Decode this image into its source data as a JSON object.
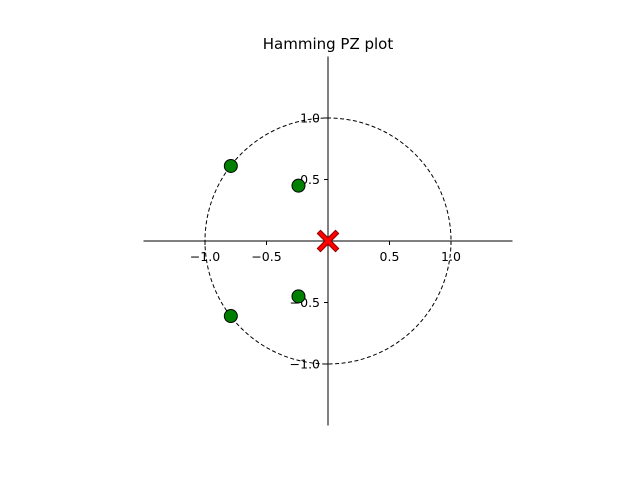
{
  "chart_data": {
    "type": "scatter",
    "title": "Hamming PZ plot",
    "xlabel": "",
    "ylabel": "",
    "xlim": [
      -1.5,
      1.5
    ],
    "ylim": [
      -1.5,
      1.5
    ],
    "aspect": "equal",
    "axes_style": "spines centered at origin",
    "grid": false,
    "unit_circle": {
      "radius": 1.0,
      "linestyle": "dashed",
      "color": "#000000"
    },
    "x_ticks": [
      -1.0,
      -0.5,
      0.5,
      1.0
    ],
    "y_ticks": [
      -1.0,
      -0.5,
      0.5,
      1.0
    ],
    "x_tick_labels": [
      "−1.0",
      "−0.5",
      "0.5",
      "1.0"
    ],
    "y_tick_labels": [
      "−1.0",
      "−0.5",
      "0.5",
      "1.0"
    ],
    "series": [
      {
        "marker": "circle",
        "color": "#008000",
        "edgecolor": "#000000",
        "points": [
          {
            "x": -0.79,
            "y": 0.61
          },
          {
            "x": -0.79,
            "y": -0.61
          },
          {
            "x": -0.24,
            "y": 0.45
          },
          {
            "x": -0.24,
            "y": -0.45
          }
        ]
      },
      {
        "marker": "x",
        "color": "#ff0000",
        "edgecolor": "#8b0000",
        "points": [
          {
            "x": 0.0,
            "y": 0.0
          }
        ]
      }
    ]
  }
}
